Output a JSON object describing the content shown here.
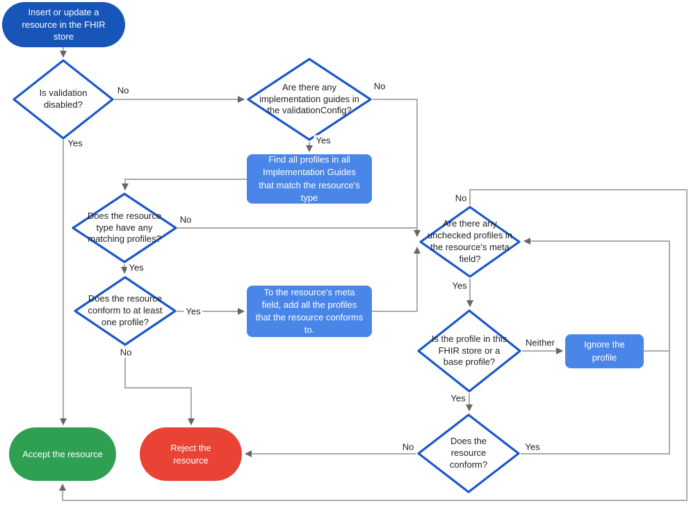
{
  "colors": {
    "canvas_bg": "#ffffff",
    "start_fill": "#1756b8",
    "process_fill": "#4a86e8",
    "accept_fill": "#2fa052",
    "reject_fill": "#e94335",
    "diamond_border": "#1b57c9",
    "diamond_fill": "#ffffff",
    "connector": "#9e9e9e",
    "arrowhead": "#666666",
    "text_dark": "#212121",
    "text_light": "#ffffff"
  },
  "nodes": {
    "start": {
      "label": "Insert or update a resource in the FHIR store"
    },
    "validation": {
      "label": "Is validation disabled?"
    },
    "guides": {
      "label": "Are there any implementation guides in the validationConfig?"
    },
    "find_profiles": {
      "label": "Find all profiles in all Implementation Guides that match the resource's type"
    },
    "matching": {
      "label": "Does the resource type have any matching profiles?"
    },
    "conform_one": {
      "label": "Does the resource conform to at least one profile?"
    },
    "add_meta": {
      "label": "To the resource's meta field, add all the profiles that the resource conforms to."
    },
    "unchecked": {
      "label": "Are there any unchecked profiles in the resource's meta field?"
    },
    "store_profile": {
      "label": "Is the profile in this FHIR store or a base profile?"
    },
    "ignore": {
      "label": "Ignore the profile"
    },
    "conform": {
      "label": "Does the resource conform?"
    },
    "accept": {
      "label": "Accept the resource"
    },
    "reject": {
      "label": "Reject the resource"
    }
  },
  "edge_labels": {
    "validation_no": "No",
    "validation_yes": "Yes",
    "guides_no": "No",
    "guides_yes": "Yes",
    "matching_no": "No",
    "matching_yes": "Yes",
    "conform_one_yes": "Yes",
    "conform_one_no": "No",
    "unchecked_no": "No",
    "unchecked_yes": "Yes",
    "store_neither": "Neither",
    "store_yes": "Yes",
    "conform_yes": "Yes",
    "conform_no": "No"
  }
}
